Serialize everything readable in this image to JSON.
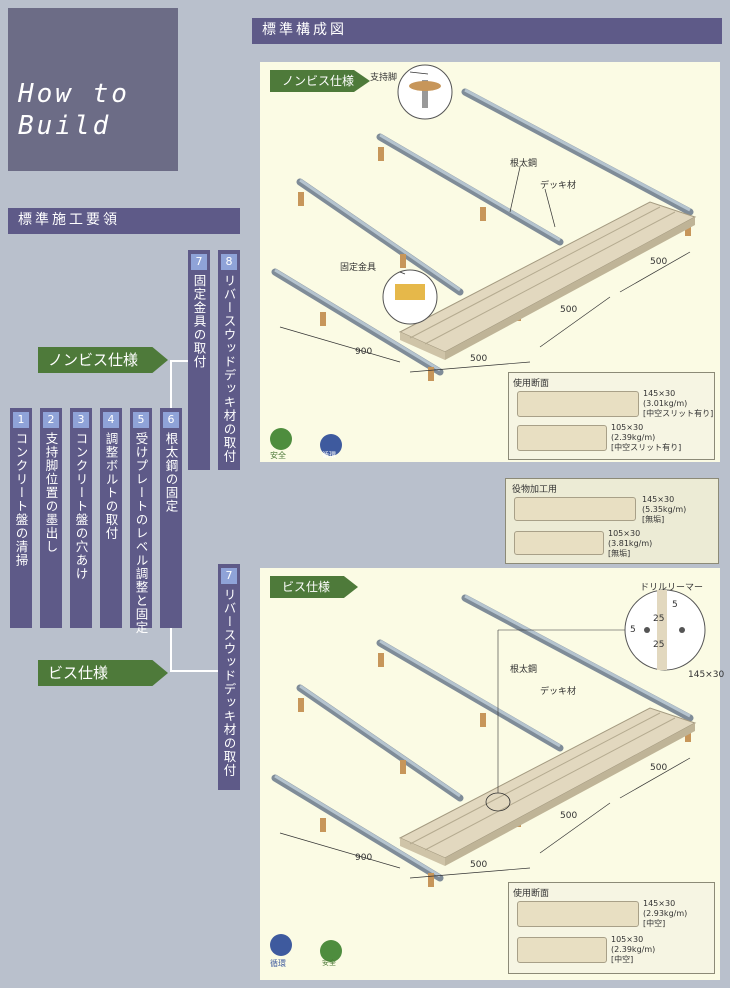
{
  "header": {
    "title_line1": "How to",
    "title_line2": "Build"
  },
  "colors": {
    "bar": "#5e5a88",
    "green": "#4e7a3a",
    "panel": "#fbfbe4"
  },
  "left": {
    "section_title": "標準施工要領",
    "steps": [
      {
        "num": "1",
        "text": "コンクリート盤の清掃"
      },
      {
        "num": "2",
        "text": "支持脚位置の墨出し"
      },
      {
        "num": "3",
        "text": "コンクリート盤の穴あけ"
      },
      {
        "num": "4",
        "text": "調整ボルトの取付"
      },
      {
        "num": "5",
        "text": "受けプレートのレベル調整と固定"
      },
      {
        "num": "6",
        "text": "根太鋼の固定"
      }
    ],
    "nonbis": {
      "label": "ノンビス仕様",
      "step7_num": "7",
      "step7_text": "固定金具の取付",
      "step8_num": "8",
      "step8_text": "リバースウッドデッキ材の取付"
    },
    "bis": {
      "label": "ビス仕様",
      "step7_num": "7",
      "step7_text": "リバースウッドデッキ材の取付"
    }
  },
  "right": {
    "section_title": "標準構成図",
    "nonbis_panel": {
      "tag": "ノンビス仕様",
      "labels": {
        "support_leg": "支持脚",
        "joist": "根太鋼",
        "deck": "デッキ材",
        "bracket": "固定金具"
      },
      "dims": {
        "d900": "900",
        "d500a": "500",
        "d500b": "500",
        "d500c": "500"
      },
      "section_title": "使用断面",
      "sections": [
        {
          "text": "145×30\n(3.01kg/m)\n[中空スリット有り]"
        },
        {
          "text": "105×30\n(2.39kg/m)\n[中空スリット有り]"
        }
      ],
      "icons": {
        "safety": "安全",
        "recycle": "循環"
      }
    },
    "trim": {
      "title": "役物加工用",
      "sections": [
        {
          "text": "145×30\n(5.35kg/m)\n[無垢]"
        },
        {
          "text": "105×30\n(3.81kg/m)\n[無垢]"
        }
      ]
    },
    "bis_panel": {
      "tag": "ビス仕様",
      "labels": {
        "joist": "根太鋼",
        "deck": "デッキ材",
        "drill": "ドリルリーマー",
        "detail_size": "145×30"
      },
      "detail_dims": {
        "a": "5",
        "b": "5",
        "c": "25",
        "d": "25"
      },
      "dims": {
        "d900": "900",
        "d500a": "500",
        "d500b": "500",
        "d500c": "500"
      },
      "section_title": "使用断面",
      "sections": [
        {
          "text": "145×30\n(2.93kg/m)\n[中空]"
        },
        {
          "text": "105×30\n(2.39kg/m)\n[中空]"
        }
      ],
      "icons": {
        "recycle": "循環",
        "safety": "安全"
      }
    }
  }
}
